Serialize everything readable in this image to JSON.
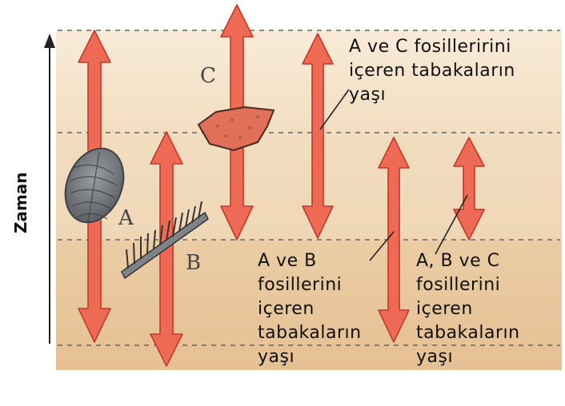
{
  "axis": {
    "label": "Zaman"
  },
  "fossils": {
    "a": "A",
    "b": "B",
    "c": "C"
  },
  "notes": {
    "ac": [
      "A ve C fosilleririni",
      "içeren tabakaların",
      "yaşı"
    ],
    "ab": [
      "A ve B",
      "fosillerini",
      "içeren",
      "tabakaların",
      "yaşı"
    ],
    "abc": [
      "A, B ve C",
      "fosillerini",
      "içeren",
      "tabakaların",
      "yaşı"
    ]
  },
  "colors": {
    "arrow": "#ee6a55",
    "arrow_edge": "#c0392b",
    "trilobite": "#7f8388",
    "fossil_c": "#e07058",
    "layer_light": "#f4e2c8",
    "layer_dark": "#e7c59e"
  }
}
